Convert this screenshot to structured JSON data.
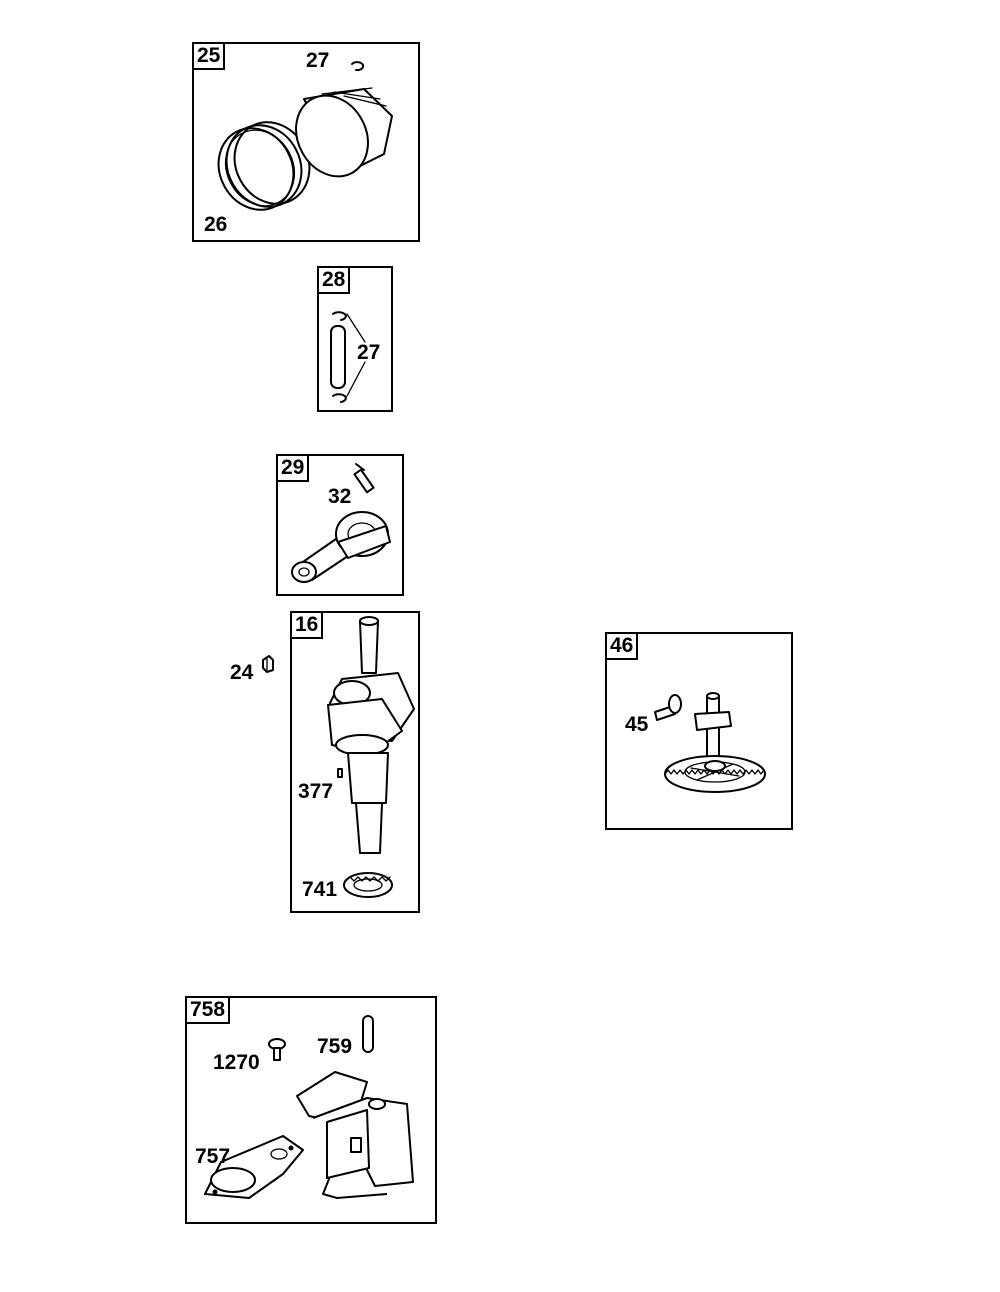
{
  "diagram": {
    "panels": [
      {
        "id": "25",
        "labels": [
          "27",
          "26"
        ]
      },
      {
        "id": "28",
        "labels": [
          "27"
        ]
      },
      {
        "id": "29",
        "labels": [
          "32"
        ]
      },
      {
        "id": "16",
        "labels": [
          "377",
          "741"
        ]
      },
      {
        "id": "46",
        "labels": [
          "45"
        ]
      },
      {
        "id": "758",
        "labels": [
          "1270",
          "759",
          "757"
        ]
      }
    ],
    "free_labels": [
      "24"
    ]
  }
}
